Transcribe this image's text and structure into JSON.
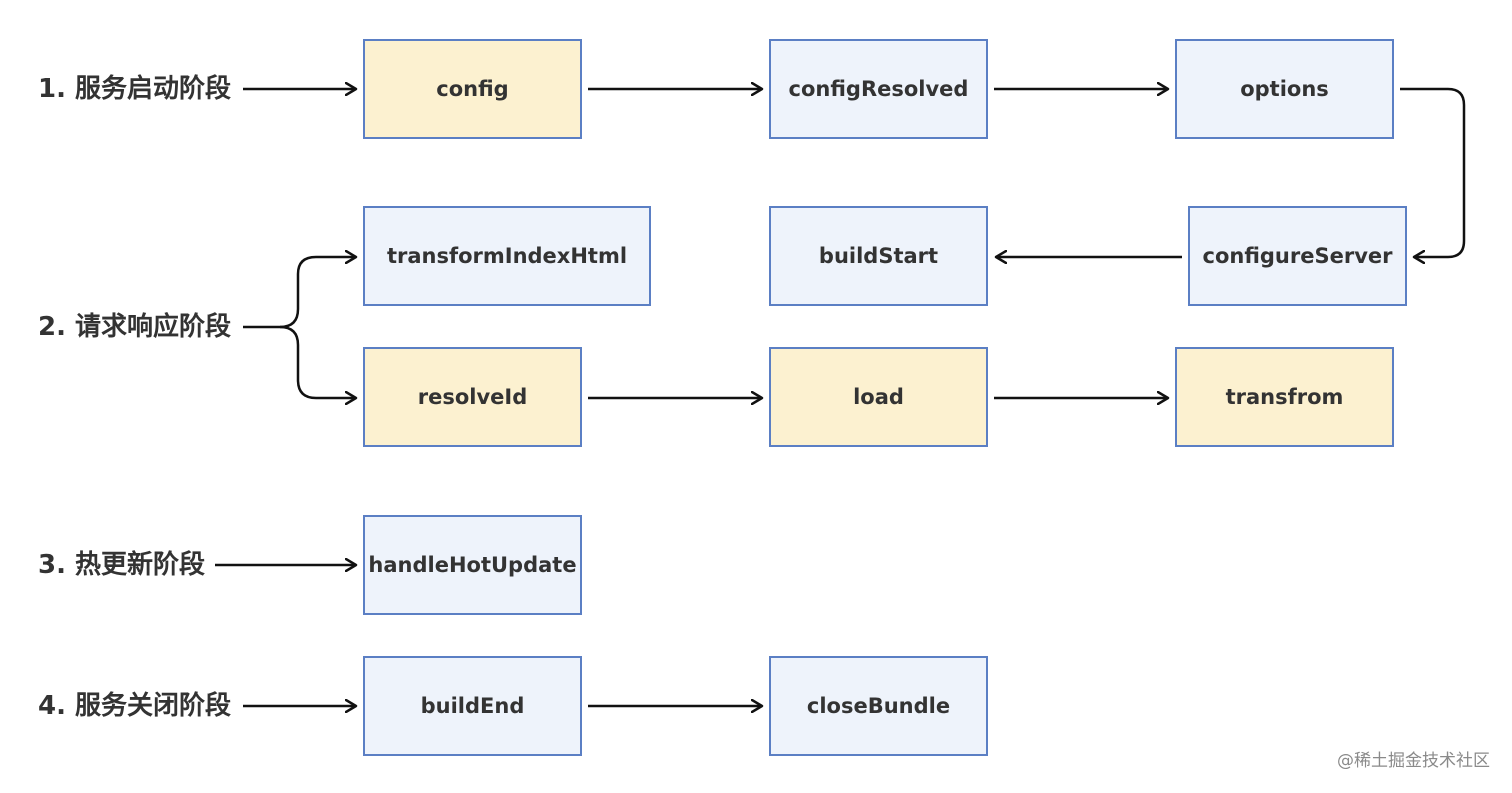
{
  "stages": [
    {
      "label": "1. 服务启动阶段"
    },
    {
      "label": "2. 请求响应阶段"
    },
    {
      "label": "3. 热更新阶段"
    },
    {
      "label": "4. 服务关闭阶段"
    }
  ],
  "nodes": {
    "config": "config",
    "configResolved": "configResolved",
    "options": "options",
    "configureServer": "configureServer",
    "buildStart": "buildStart",
    "transformIndexHtml": "transformIndexHtml",
    "resolveId": "resolveId",
    "load": "load",
    "transfrom": "transfrom",
    "handleHotUpdate": "handleHotUpdate",
    "buildEnd": "buildEnd",
    "closeBundle": "closeBundle"
  },
  "colors": {
    "node_border": "#5b7fc4",
    "node_blue_fill": "#eef3fb",
    "node_yellow_fill": "#fcf1d0",
    "arrow": "#111111",
    "text": "#333333"
  },
  "watermark": "@稀土掘金技术社区"
}
